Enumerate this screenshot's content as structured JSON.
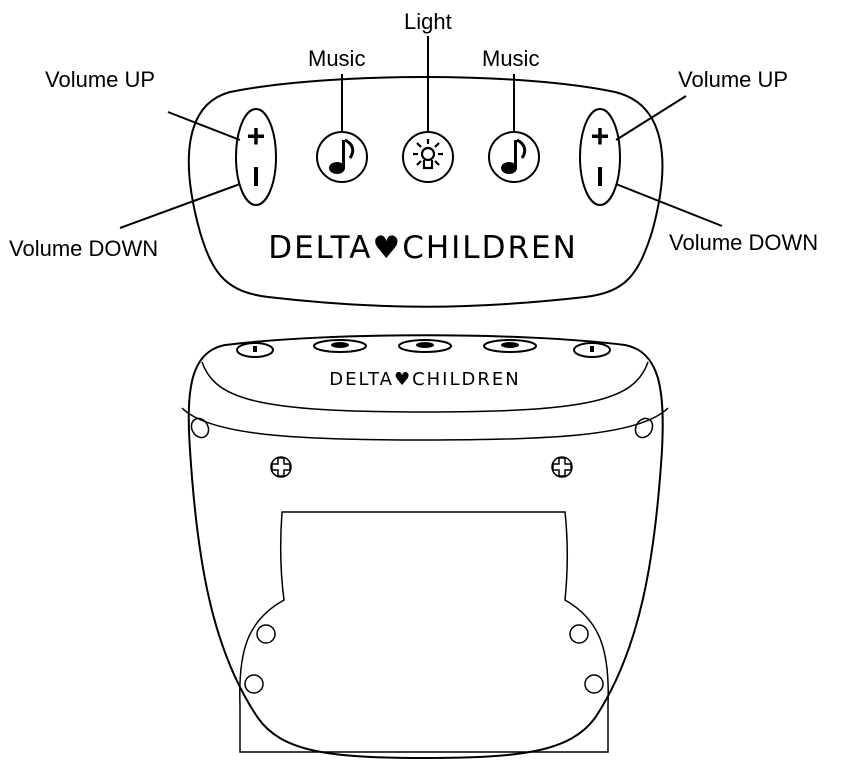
{
  "callouts": {
    "volume_up_left": "Volume UP",
    "volume_down_left": "Volume DOWN",
    "music_left": "Music",
    "light": "Light",
    "music_right": "Music",
    "volume_up_right": "Volume UP",
    "volume_down_right": "Volume DOWN"
  },
  "device": {
    "brand_front": "DELTA♥CHILDREN",
    "brand_back": "DELTA♥CHILDREN",
    "volume_plus_symbol": "+",
    "volume_minus_symbol": "I"
  },
  "icons": {
    "music_left": "music-note-icon",
    "light": "light-bulb-icon",
    "music_right": "music-note-icon",
    "screw": "phillips-screw-icon"
  }
}
